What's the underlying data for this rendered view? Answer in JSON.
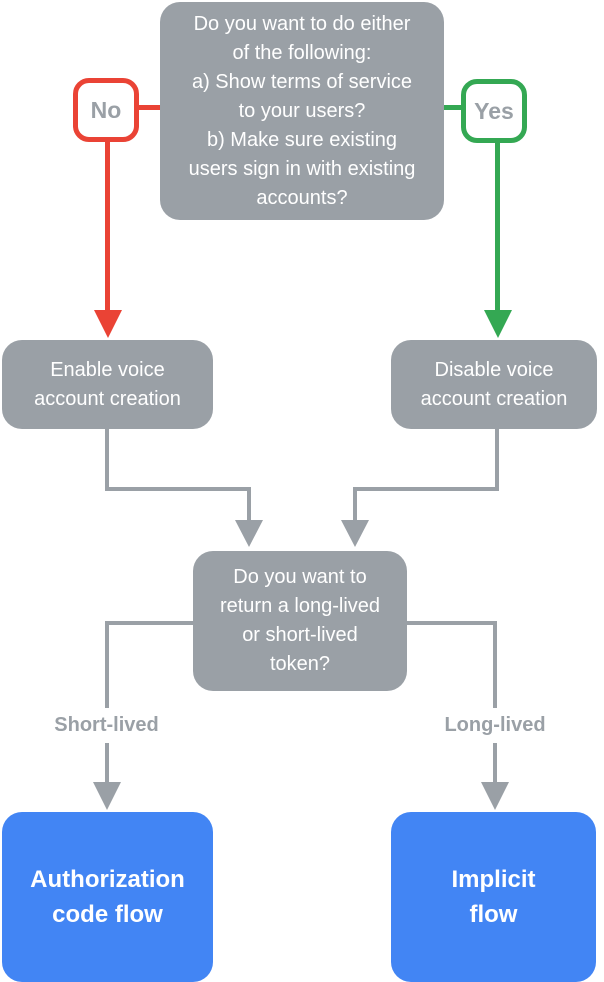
{
  "palette": {
    "node_gray": "#9aa0a6",
    "node_text": "#ffffff",
    "no_red": "#ea4335",
    "yes_green": "#34a853",
    "result_blue": "#4285f4",
    "edge_label_gray": "#9aa0a6",
    "background": "#ffffff"
  },
  "flowchart": {
    "main_question": {
      "text": "Do you want to do either\nof the following:\na) Show terms of service\nto your users?\nb) Make sure existing\nusers sign in with existing\naccounts?",
      "no_label": "No",
      "yes_label": "Yes"
    },
    "no_branch_node": {
      "text": "Enable voice\naccount creation"
    },
    "yes_branch_node": {
      "text": "Disable voice\naccount creation"
    },
    "token_question": {
      "text": "Do you want to\nreturn a long-lived\nor short-lived\ntoken?",
      "short_label": "Short-lived",
      "long_label": "Long-lived"
    },
    "short_result": {
      "text": "Authorization\ncode flow"
    },
    "long_result": {
      "text": "Implicit\nflow"
    }
  }
}
